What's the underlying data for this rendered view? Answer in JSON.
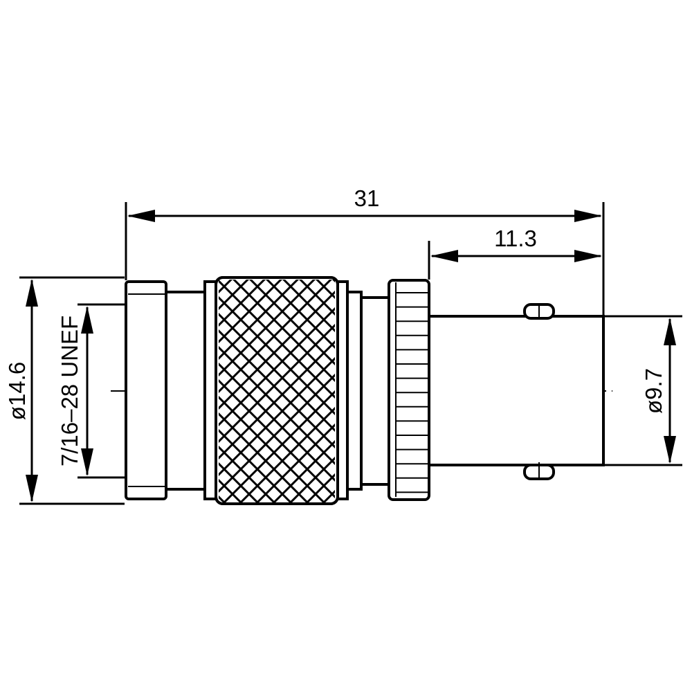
{
  "dimensions": {
    "overall_length": "31",
    "socket_length": "11.3",
    "plug_diameter": "ø14.6",
    "thread_spec": "7/16–28 UNEF",
    "socket_diameter": "ø9.7"
  }
}
